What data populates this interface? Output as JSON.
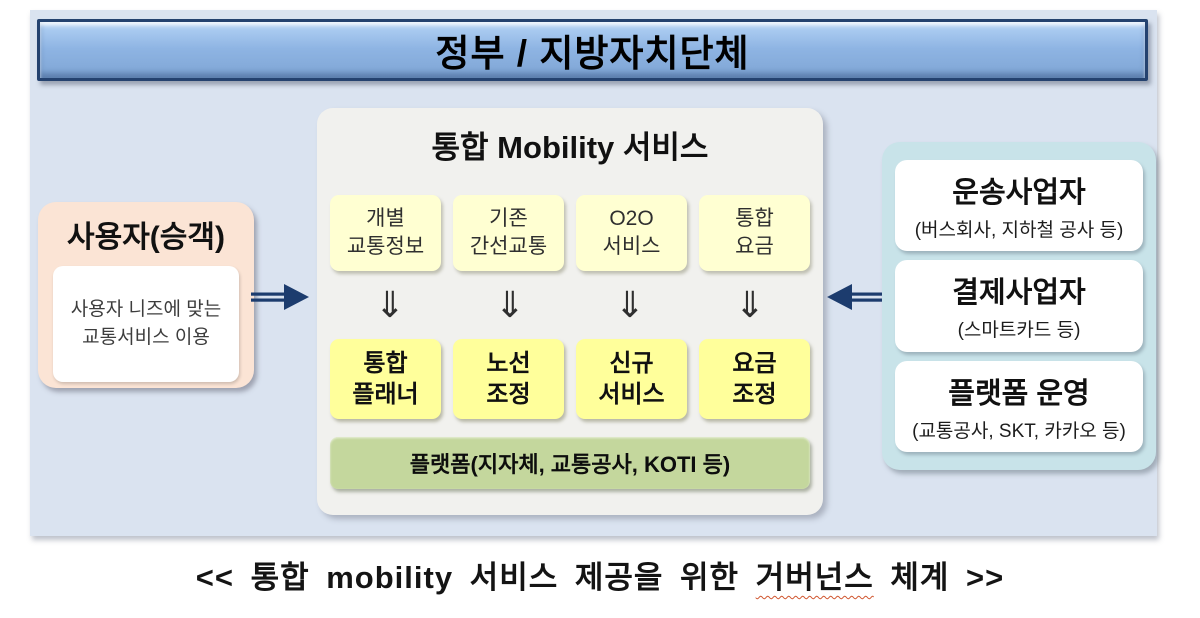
{
  "banner": {
    "title": "정부 / 지방자치단체"
  },
  "user": {
    "title": "사용자(승객)",
    "note_line1": "사용자 니즈에 맞는",
    "note_line2": "교통서비스 이용"
  },
  "center": {
    "title": "통합 Mobility 서비스",
    "row1": [
      {
        "line1": "개별",
        "line2": "교통정보"
      },
      {
        "line1": "기존",
        "line2": "간선교통"
      },
      {
        "line1": "O2O",
        "line2": "서비스"
      },
      {
        "line1": "통합",
        "line2": "요금"
      }
    ],
    "row2": [
      {
        "line1": "통합",
        "line2": "플래너"
      },
      {
        "line1": "노선",
        "line2": "조정"
      },
      {
        "line1": "신규",
        "line2": "서비스"
      },
      {
        "line1": "요금",
        "line2": "조정"
      }
    ],
    "platform_bar": "플랫폼(지자체, 교통공사, KOTI 등)"
  },
  "right": {
    "boxes": [
      {
        "title": "운송사업자",
        "subtitle": "(버스회사, 지하철 공사 등)"
      },
      {
        "title": "결제사업자",
        "subtitle": "(스마트카드 등)"
      },
      {
        "title": "플랫폼 운영",
        "subtitle": "(교통공사, SKT, 카카오 등)"
      }
    ]
  },
  "caption": {
    "prefix": "<< 통합 mobility 서비스 제공을 위한 ",
    "underlined": "거버넌스",
    "suffix": " 체계 >>"
  },
  "icons": {
    "double_down_arrow": "⇓",
    "right_arrow": "right-arrow",
    "left_arrow": "left-arrow"
  },
  "colors": {
    "panel_bg": "#dae3f0",
    "banner_fill": "#8eb4e3",
    "banner_border": "#24426f",
    "center_bg": "#f1f1ee",
    "service_yellow": "#ffffd2",
    "function_yellow": "#ffff9b",
    "platform_green": "#c4d79d",
    "user_peach": "#fbe4d5",
    "providers_cyan": "#c8e3e9",
    "arrow_navy": "#1c3c6e",
    "caption_underline": "#d0552e"
  }
}
